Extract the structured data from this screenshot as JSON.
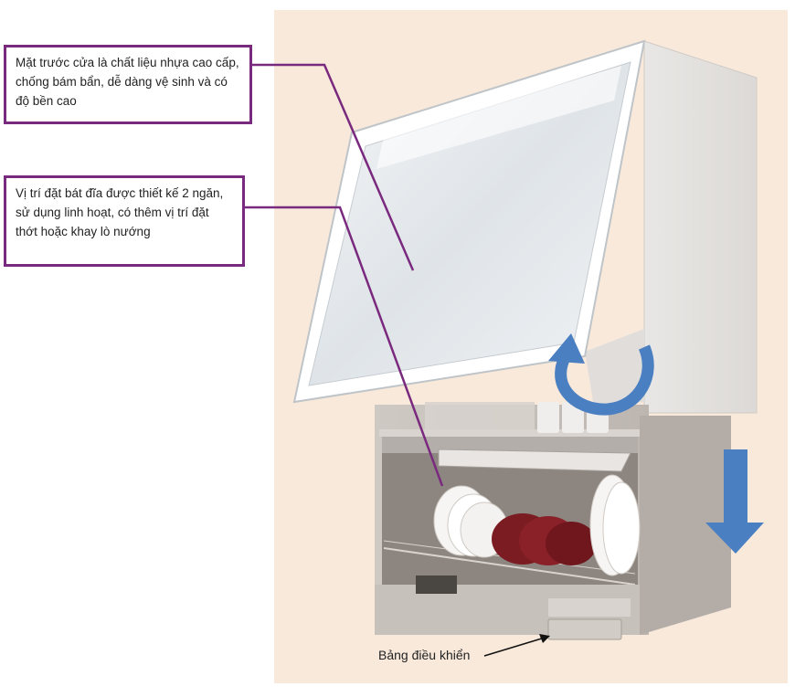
{
  "callouts": {
    "door": "Mặt trước cửa là chất liệu nhựa cao cấp, chống bám bẩn, dễ dàng vệ sinh và có độ bền cao",
    "rack": "Vị trí đặt bát đĩa được thiết kế 2 ngăn, sử dụng linh hoạt, có thêm vị trí đặt thớt hoặc khay lò nướng"
  },
  "labels": {
    "control_panel": "Bảng điều khiển"
  },
  "colors": {
    "callout_border": "#7a2a7e",
    "arrow_blue": "#4a7fc1",
    "background": "#f8e9db"
  }
}
